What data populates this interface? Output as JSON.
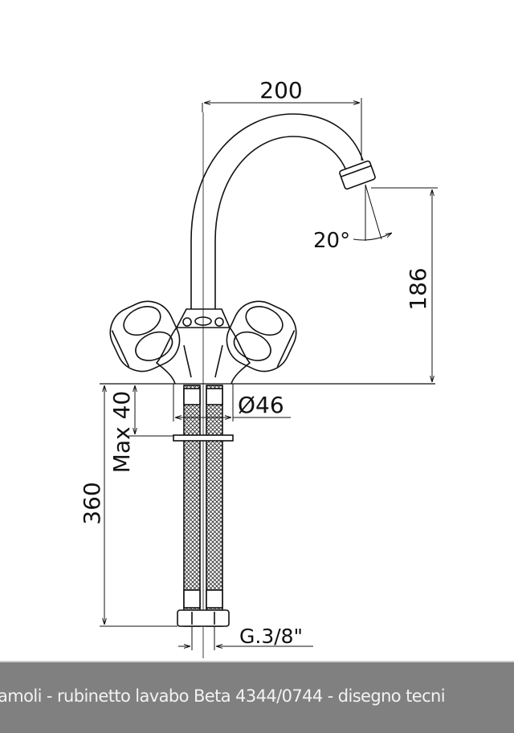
{
  "drawing": {
    "dimensions": {
      "spout_reach": "200",
      "spout_angle": "20°",
      "spout_height": "186",
      "max_deck_thickness": "Max 40",
      "hole_diameter": "Ø46",
      "hose_length": "360",
      "connection_thread": "G.3/8\""
    }
  },
  "caption": {
    "text": "amoli - rubinetto lavabo Beta 4344/0744 - disegno tecni"
  },
  "colors": {
    "line": "#111111",
    "caption_bg": "#808080",
    "caption_text": "#f2f2f2"
  }
}
